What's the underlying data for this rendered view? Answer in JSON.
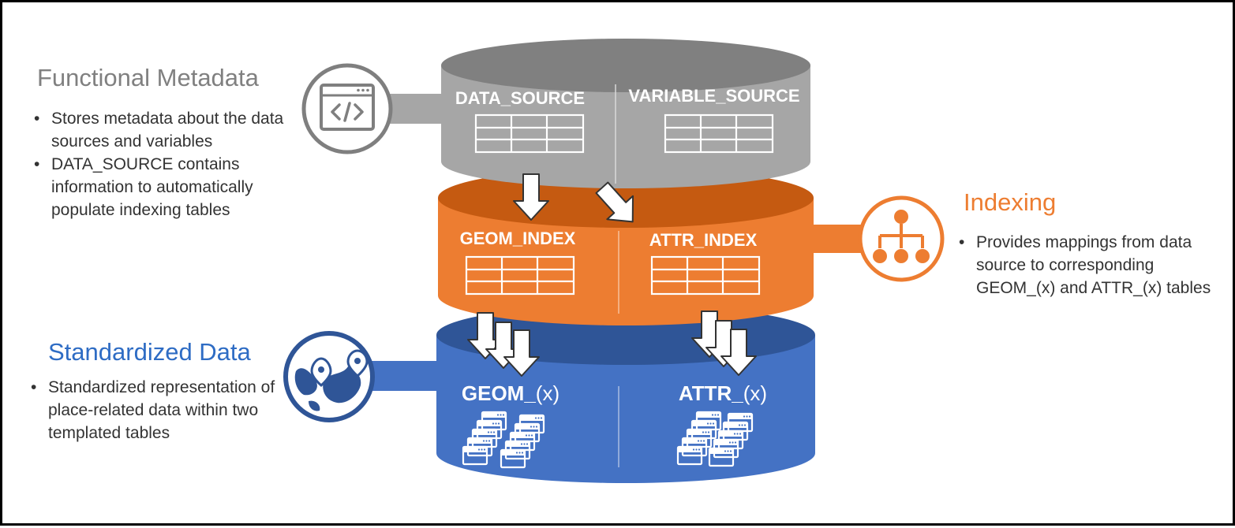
{
  "sections": {
    "functional": {
      "title": "Functional Metadata",
      "bullets": [
        "Stores metadata about the data sources and variables",
        "DATA_SOURCE contains information to automatically populate indexing tables"
      ]
    },
    "indexing": {
      "title": "Indexing",
      "bullets": [
        "Provides mappings from data source to corresponding GEOM_(x) and ATTR_(x) tables"
      ]
    },
    "standardized": {
      "title": "Standardized Data",
      "bullets": [
        "Standardized representation of place-related data within two templated tables"
      ]
    }
  },
  "layers": {
    "top": {
      "left_table": "DATA_SOURCE",
      "right_table": "VARIABLE_SOURCE"
    },
    "middle": {
      "left_table": "GEOM_INDEX",
      "right_table": "ATTR_INDEX"
    },
    "bottom": {
      "left_prefix": "GEOM_",
      "left_suffix": "(x)",
      "right_prefix": "ATTR_",
      "right_suffix": "(x)"
    }
  },
  "colors": {
    "gray_side": "#a6a6a6",
    "gray_top": "#808080",
    "orange_side": "#ed7d31",
    "orange_top": "#c55a11",
    "blue_side": "#4472c4",
    "blue_top": "#2f5597",
    "standardized_title": "#2e6cc4",
    "indexing_title": "#ed7d31",
    "functional_title": "#808080"
  },
  "icons": {
    "functional": "code-window-icon",
    "indexing": "hierarchy-icon",
    "standardized": "globe-location-icon"
  }
}
